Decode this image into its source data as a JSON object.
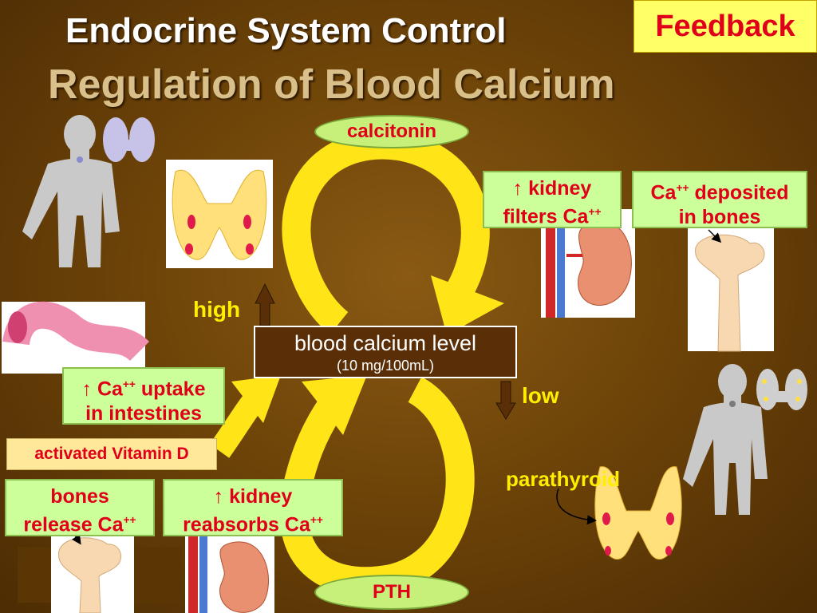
{
  "header": {
    "title_line1": "Endocrine System Control",
    "title_line2": "Regulation of Blood Calcium",
    "feedback_label": "Feedback"
  },
  "hormones": {
    "top": "calcitonin",
    "bottom": "PTH"
  },
  "center": {
    "label": "blood calcium level",
    "value": "(10 mg/100mL)"
  },
  "levels": {
    "high": "high",
    "low": "low"
  },
  "gland_label": "parathyroid",
  "boxes": {
    "kidney_filters": {
      "arrow": "↑",
      "line1": " kidney",
      "line2": "filters Ca",
      "sup": "++"
    },
    "deposited": {
      "line1a": "Ca",
      "sup": "++",
      "line1b": " deposited",
      "line2": "in bones"
    },
    "uptake": {
      "arrow": "↑",
      "line1a": " Ca",
      "sup": "++",
      "line1b": " uptake",
      "line2": "in intestines"
    },
    "vitamin_d": "activated Vitamin D",
    "bones_release": {
      "line1": "bones",
      "line2": "release Ca",
      "sup": "++"
    },
    "kidney_reabsorbs": {
      "arrow": "↑",
      "line1": " kidney",
      "line2": "reabsorbs Ca",
      "sup": "++"
    }
  },
  "colors": {
    "background": "#6e4408",
    "label_red": "#e0001a",
    "box_green": "#ccff99",
    "arrow_yellow": "#ffe418",
    "title_tan": "#d9c08a",
    "feedback_bg": "#ffff66"
  },
  "icons": [
    "human-silhouette-icon",
    "thyroid-icon",
    "kidney-icon",
    "femur-bone-icon",
    "intestine-icon",
    "parathyroid-icon"
  ]
}
